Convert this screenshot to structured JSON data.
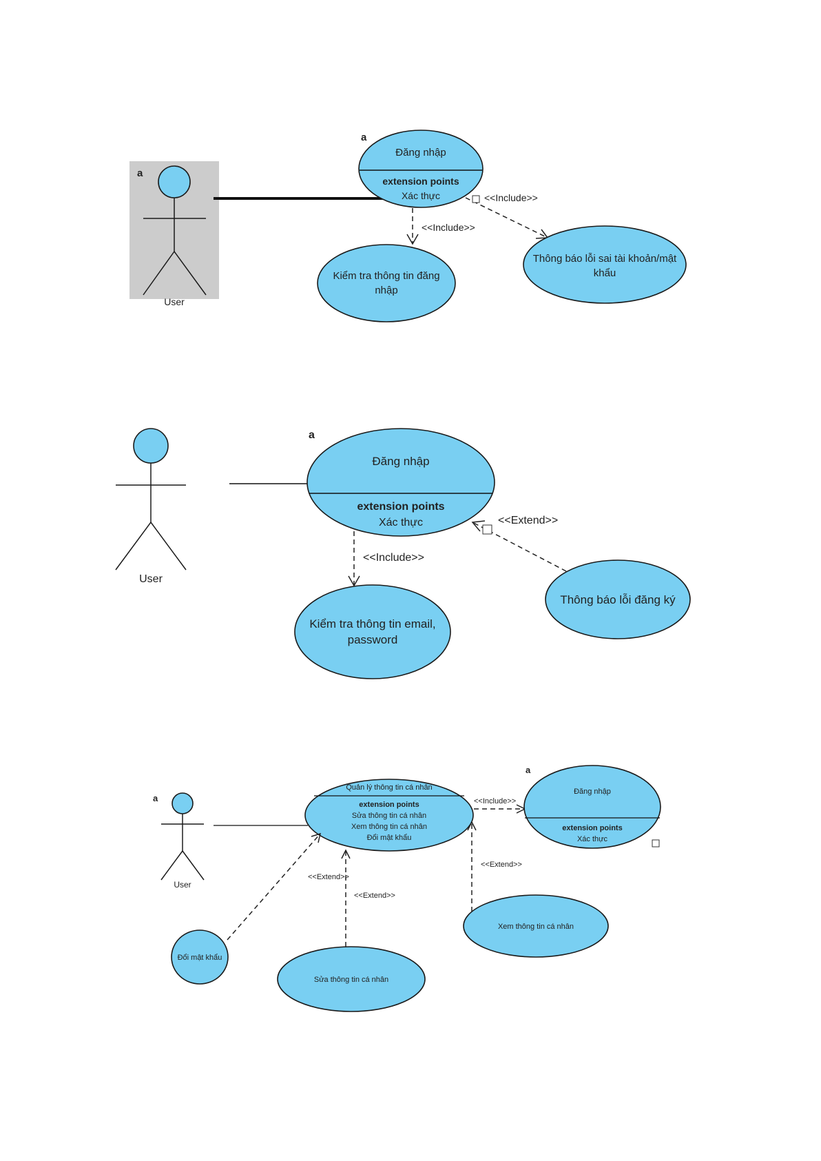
{
  "diagram1": {
    "mark_a1": "a",
    "mark_a2": "a",
    "actor": "User",
    "uc_main_title": "Đăng nhập",
    "uc_main_ext_header": "extension points",
    "uc_main_ext_point": "Xác thực",
    "uc_check_line1": "Kiểm tra thông tin đăng",
    "uc_check_line2": "nhập",
    "uc_error_line1": "Thông báo lỗi sai tài khoản/mật",
    "uc_error_line2": "khẩu",
    "rel_include_down": "<<Include>>",
    "rel_include_right": "<<Include>>"
  },
  "diagram2": {
    "mark_a": "a",
    "actor": "User",
    "uc_main_title": "Đăng nhập",
    "uc_main_ext_header": "extension points",
    "uc_main_ext_point": "Xác thực",
    "uc_check_line1": "Kiểm tra thông tin email,",
    "uc_check_line2": "password",
    "uc_error": "Thông báo lỗi đăng ký",
    "rel_include": "<<Include>>",
    "rel_extend": "<<Extend>>"
  },
  "diagram3": {
    "mark_a_actor": "a",
    "mark_a_login": "a",
    "actor": "User",
    "uc_main_title": "Quản lý thông tin cá nhân",
    "uc_main_ext_header": "extension points",
    "uc_main_ext_1": "Sửa thông tin cá nhân",
    "uc_main_ext_2": "Xem thông tin cá nhân",
    "uc_main_ext_3": "Đổi mật khẩu",
    "uc_login_title": "Đăng nhập",
    "uc_login_ext_header": "extension points",
    "uc_login_ext_point": "Xác thực",
    "uc_change_pw": "Đổi mật khẩu",
    "uc_edit": "Sửa thông tin cá nhân",
    "uc_view": "Xem thông tin cá nhân",
    "rel_include": "<<Include>>",
    "rel_extend_left": "<<Extend>>",
    "rel_extend_mid": "<<Extend>>",
    "rel_extend_right": "<<Extend>>"
  }
}
